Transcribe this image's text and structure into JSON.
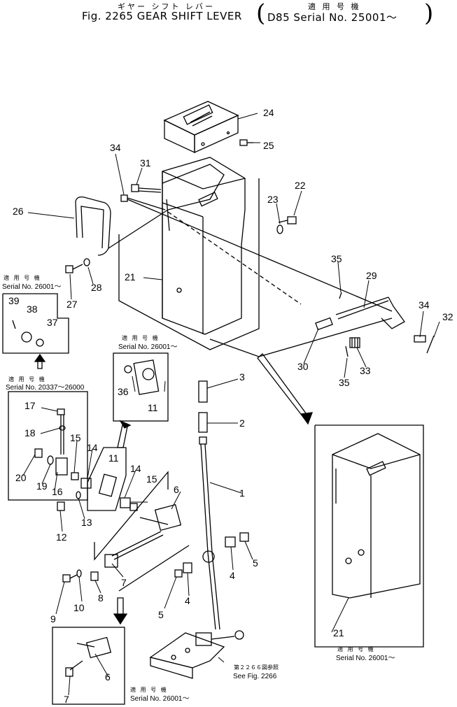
{
  "header": {
    "jp_title": "ギヤー シフト レバー",
    "title": "Fig. 2265 GEAR SHIFT LEVER",
    "jp_applicable": "適 用 号 機",
    "serial_range": "D85 Serial No. 25001～"
  },
  "part_numbers": [
    "1",
    "2",
    "3",
    "4",
    "4",
    "5",
    "5",
    "6",
    "6",
    "7",
    "7",
    "8",
    "9",
    "10",
    "11",
    "11",
    "12",
    "13",
    "14",
    "14",
    "15",
    "15",
    "16",
    "17",
    "18",
    "19",
    "20",
    "21",
    "21",
    "22",
    "23",
    "24",
    "25",
    "26",
    "27",
    "28",
    "29",
    "30",
    "31",
    "32",
    "33",
    "34",
    "34",
    "35",
    "35",
    "36",
    "37",
    "38",
    "39"
  ],
  "applicability_notes": {
    "note_a": {
      "jp": "適 用 号 機",
      "serial": "Serial No. 26001～"
    },
    "note_b": {
      "jp": "適 用 号 機",
      "serial": "Serial No. 20337～26000"
    },
    "note_c": {
      "jp": "適 用 号 機",
      "serial": "Serial No. 26001～"
    },
    "note_d": {
      "jp": "適 用 号 機",
      "serial": "Serial No. 26001～"
    },
    "note_e": {
      "jp": "適 用 号 機",
      "serial": "Serial No. 26001～"
    }
  },
  "reference": {
    "jp": "第２２６６図参照",
    "text": "See Fig. 2266"
  }
}
